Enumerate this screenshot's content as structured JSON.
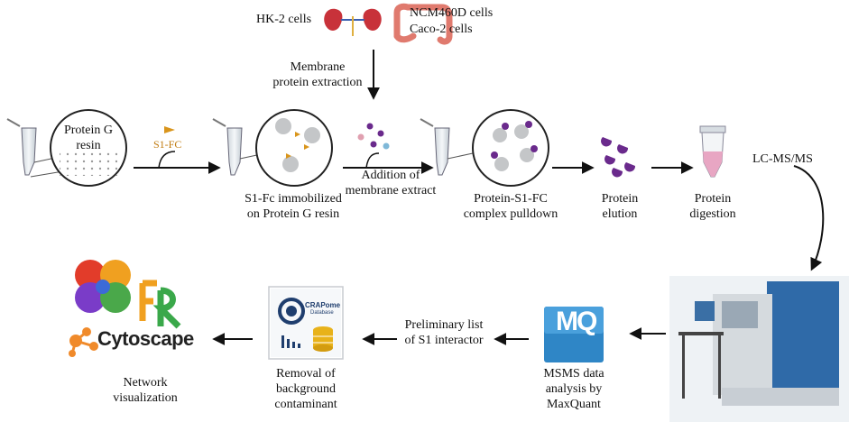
{
  "cells": {
    "hk2": "HK-2 cells",
    "ncm": "NCM460D cells",
    "caco": "Caco-2 cells"
  },
  "membrane": [
    "Membrane",
    "protein extraction"
  ],
  "resin": [
    "Protein G",
    "resin"
  ],
  "s1fc_tag": "S1-FC",
  "steps": {
    "immobilized": [
      "S1-Fc immobilized",
      "on Protein G resin"
    ],
    "addition": [
      "Addition of",
      "membrane extract"
    ],
    "pulldown": [
      "Protein-S1-FC",
      "complex pulldown"
    ],
    "elution": [
      "Protein",
      "elution"
    ],
    "digestion": [
      "Protein",
      "digestion"
    ],
    "lcms": "LC-MS/MS",
    "msms": [
      "MSMS data",
      "analysis by",
      "MaxQuant"
    ],
    "preliminary": [
      "Preliminary list",
      "of S1 interactor"
    ],
    "removal": [
      "Removal of",
      "background",
      "contaminant"
    ],
    "network": [
      "Network",
      "visualization"
    ]
  },
  "logos": {
    "mq": "MQ",
    "crapome": "CRAPome",
    "crapome_sub": "Database",
    "cytoscape": "Cytoscape"
  },
  "colors": {
    "arrow": "#111111",
    "protein": "#6a2a8c",
    "kidney": "#c8323a",
    "colon": "#e07a6e",
    "tag": "#d9951c",
    "mq_blue": "#2f86c6",
    "tube_pink": "#e8a6c3"
  }
}
